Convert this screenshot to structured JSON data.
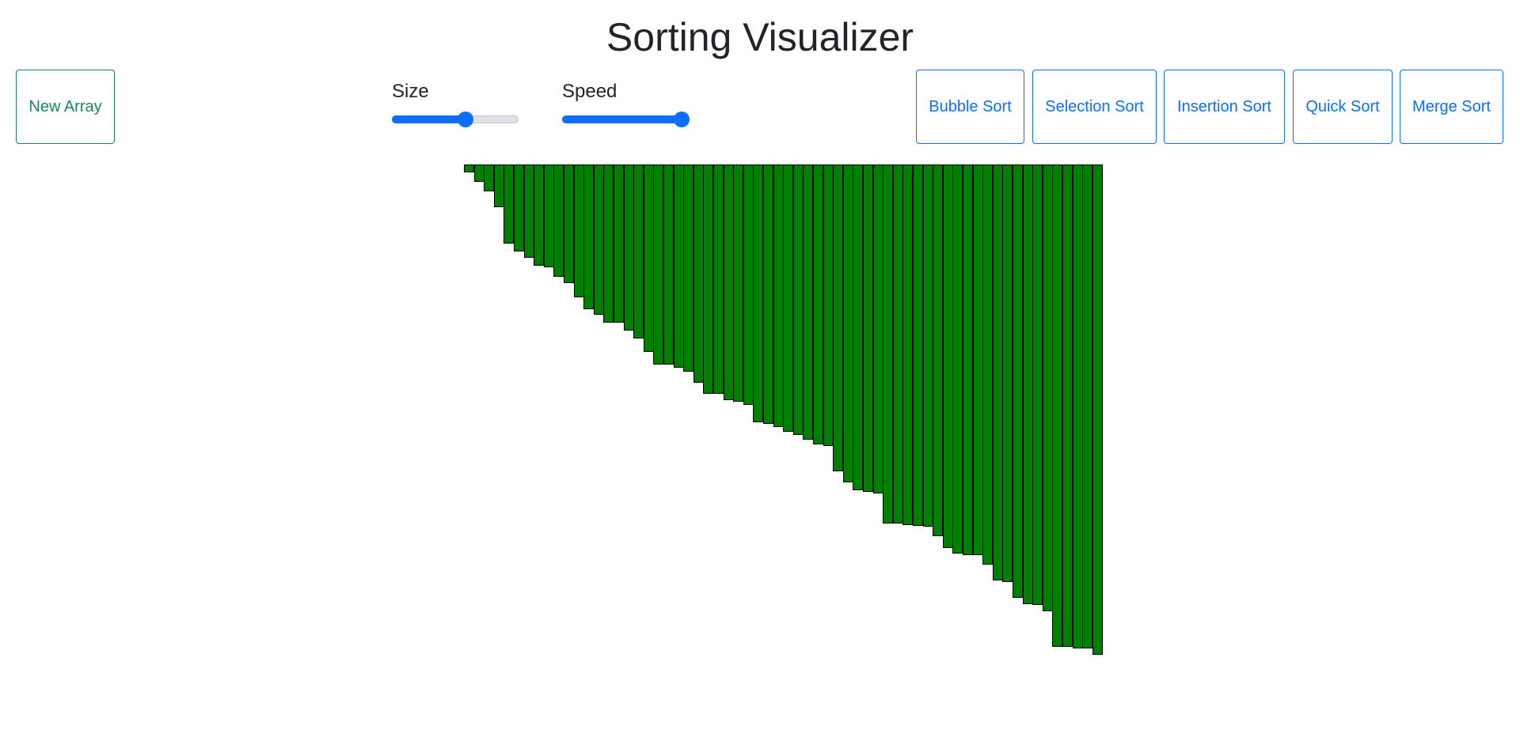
{
  "header": {
    "title": "Sorting Visualizer"
  },
  "toolbar": {
    "new_array_label": "New Array",
    "size_label": "Size",
    "speed_label": "Speed",
    "sort_buttons": {
      "bubble": "Bubble Sort",
      "selection": "Selection Sort",
      "insertion": "Insertion Sort",
      "quick": "Quick Sort",
      "merge": "Merge Sort"
    }
  },
  "sliders": {
    "size": {
      "value": 0.58
    },
    "speed": {
      "value": 0.95
    }
  },
  "colors": {
    "bar_fill": "#008000",
    "bar_border": "#000000",
    "accent": "#0d6efd",
    "new_array": "#198754"
  },
  "chart_data": {
    "type": "bar",
    "ylim": [
      0,
      620
    ],
    "values": [
      10,
      22,
      34,
      54,
      100,
      110,
      118,
      128,
      130,
      142,
      150,
      168,
      183,
      190,
      200,
      200,
      210,
      220,
      237,
      253,
      253,
      257,
      262,
      276,
      290,
      290,
      298,
      300,
      304,
      326,
      328,
      332,
      338,
      342,
      348,
      354,
      356,
      388,
      402,
      412,
      414,
      416,
      454,
      454,
      456,
      457,
      458,
      470,
      485,
      492,
      494,
      494,
      506,
      526,
      528,
      548,
      556,
      557,
      565,
      610,
      610,
      612,
      612,
      620
    ]
  }
}
